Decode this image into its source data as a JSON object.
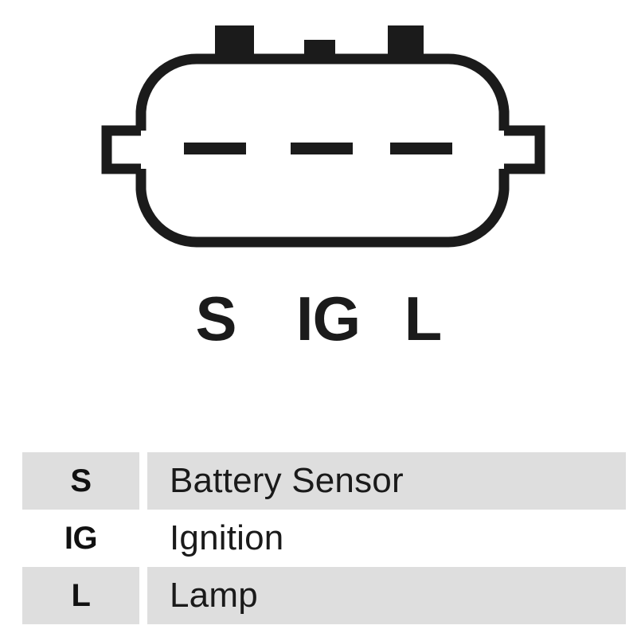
{
  "diagram": {
    "name": "alternator-connector-pinout",
    "stroke_color": "#1b1b1b",
    "fill_color": "#1b1b1b",
    "background_color": "#ffffff",
    "pin_labels": [
      {
        "code": "S"
      },
      {
        "code": "IG"
      },
      {
        "code": "L"
      }
    ],
    "slots": [
      {
        "name": "slot-s"
      },
      {
        "name": "slot-ig"
      },
      {
        "name": "slot-l"
      }
    ],
    "top_tabs": [
      {
        "name": "top-tab-left"
      },
      {
        "name": "top-tab-center"
      },
      {
        "name": "top-tab-right"
      }
    ],
    "side_tabs": [
      {
        "name": "side-tab-left"
      },
      {
        "name": "side-tab-right"
      }
    ]
  },
  "legend": {
    "shade_color": "#dedede",
    "rows": [
      {
        "code": "S",
        "description": "Battery Sensor",
        "shaded": true
      },
      {
        "code": "IG",
        "description": "Ignition",
        "shaded": false
      },
      {
        "code": "L",
        "description": "Lamp",
        "shaded": true
      }
    ]
  }
}
